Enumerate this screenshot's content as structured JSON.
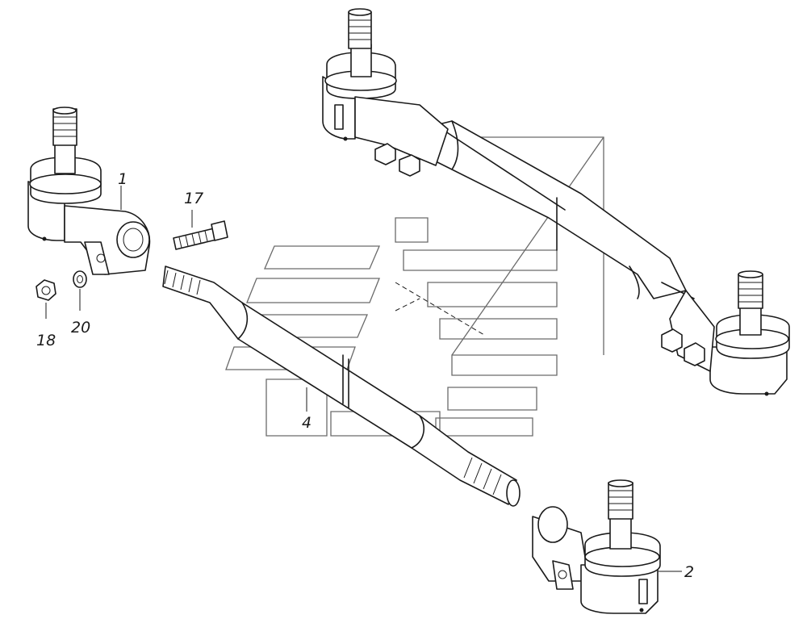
{
  "labels": {
    "part_1": "1",
    "part_2": "2",
    "part_4": "4",
    "part_17": "17",
    "part_18": "18",
    "part_20": "20"
  },
  "colors": {
    "ink": "#1a1a1a",
    "watermark": "#6a6a6a",
    "background": "#ffffff"
  }
}
